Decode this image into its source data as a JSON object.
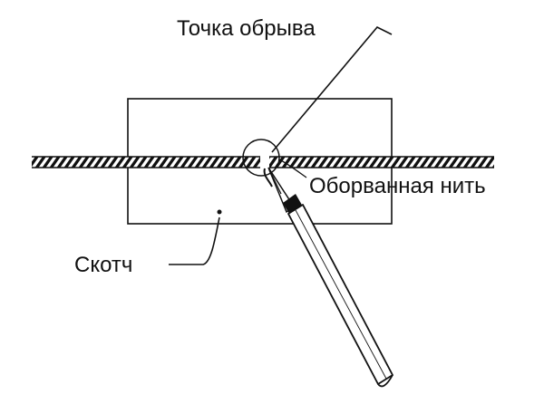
{
  "labels": {
    "break_point": "Точка обрыва",
    "broken_thread": "Оборванная нить",
    "tape": "Скотч"
  },
  "colors": {
    "ink": "#111111",
    "paper": "#ffffff"
  }
}
